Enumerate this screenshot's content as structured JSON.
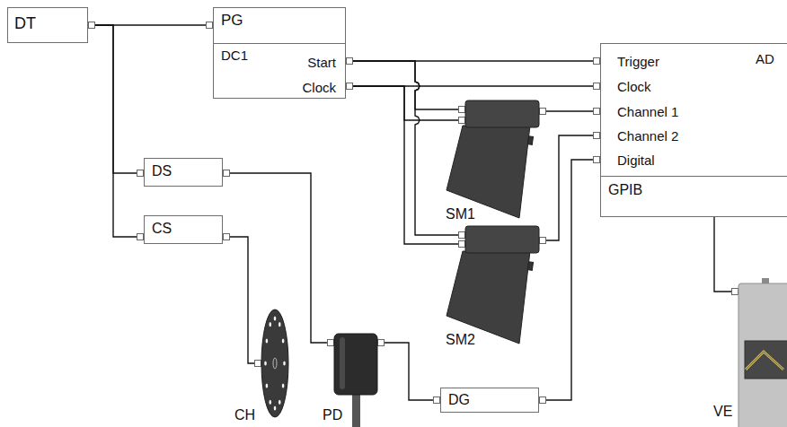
{
  "diagram": {
    "nodes": [
      {
        "text": [
          "DT"
        ]
      },
      {
        "text": [
          "PG"
        ]
      },
      {
        "text": [
          "DC1",
          "Start",
          "Clock"
        ]
      },
      {
        "text": [
          "AD",
          "Trigger",
          "Clock",
          "Channel 1",
          "Channel 2",
          "Digital"
        ]
      },
      {
        "text": [
          "GPIB"
        ]
      },
      {
        "text": [
          "DS"
        ]
      },
      {
        "text": [
          "CS"
        ]
      },
      {
        "text": [
          "SM1"
        ]
      },
      {
        "text": [
          "SM2"
        ]
      },
      {
        "text": [
          "CH"
        ]
      },
      {
        "text": [
          "PD"
        ]
      },
      {
        "text": [
          "DG"
        ]
      },
      {
        "text": [
          "VE"
        ]
      }
    ],
    "edges": [
      {
        "from": 0,
        "to": 1,
        "arrow": "none"
      },
      {
        "from": 0,
        "to": 5,
        "arrow": "none"
      },
      {
        "from": 0,
        "to": 6,
        "arrow": "none"
      },
      {
        "from": 2,
        "to": 3,
        "arrow": "none"
      },
      {
        "from": 2,
        "to": 3,
        "arrow": "none"
      },
      {
        "from": 2,
        "to": 7,
        "arrow": "none"
      },
      {
        "from": 2,
        "to": 7,
        "arrow": "none"
      },
      {
        "from": 2,
        "to": 8,
        "arrow": "none"
      },
      {
        "from": 2,
        "to": 8,
        "arrow": "none"
      },
      {
        "from": 7,
        "to": 3,
        "arrow": "none"
      },
      {
        "from": 8,
        "to": 3,
        "arrow": "none"
      },
      {
        "from": 11,
        "to": 3,
        "arrow": "none"
      },
      {
        "from": 4,
        "to": 12,
        "arrow": "none"
      },
      {
        "from": 5,
        "to": 10,
        "arrow": "none"
      },
      {
        "from": 6,
        "to": 9,
        "arrow": "none"
      },
      {
        "from": 10,
        "to": 11,
        "arrow": "none"
      }
    ]
  }
}
